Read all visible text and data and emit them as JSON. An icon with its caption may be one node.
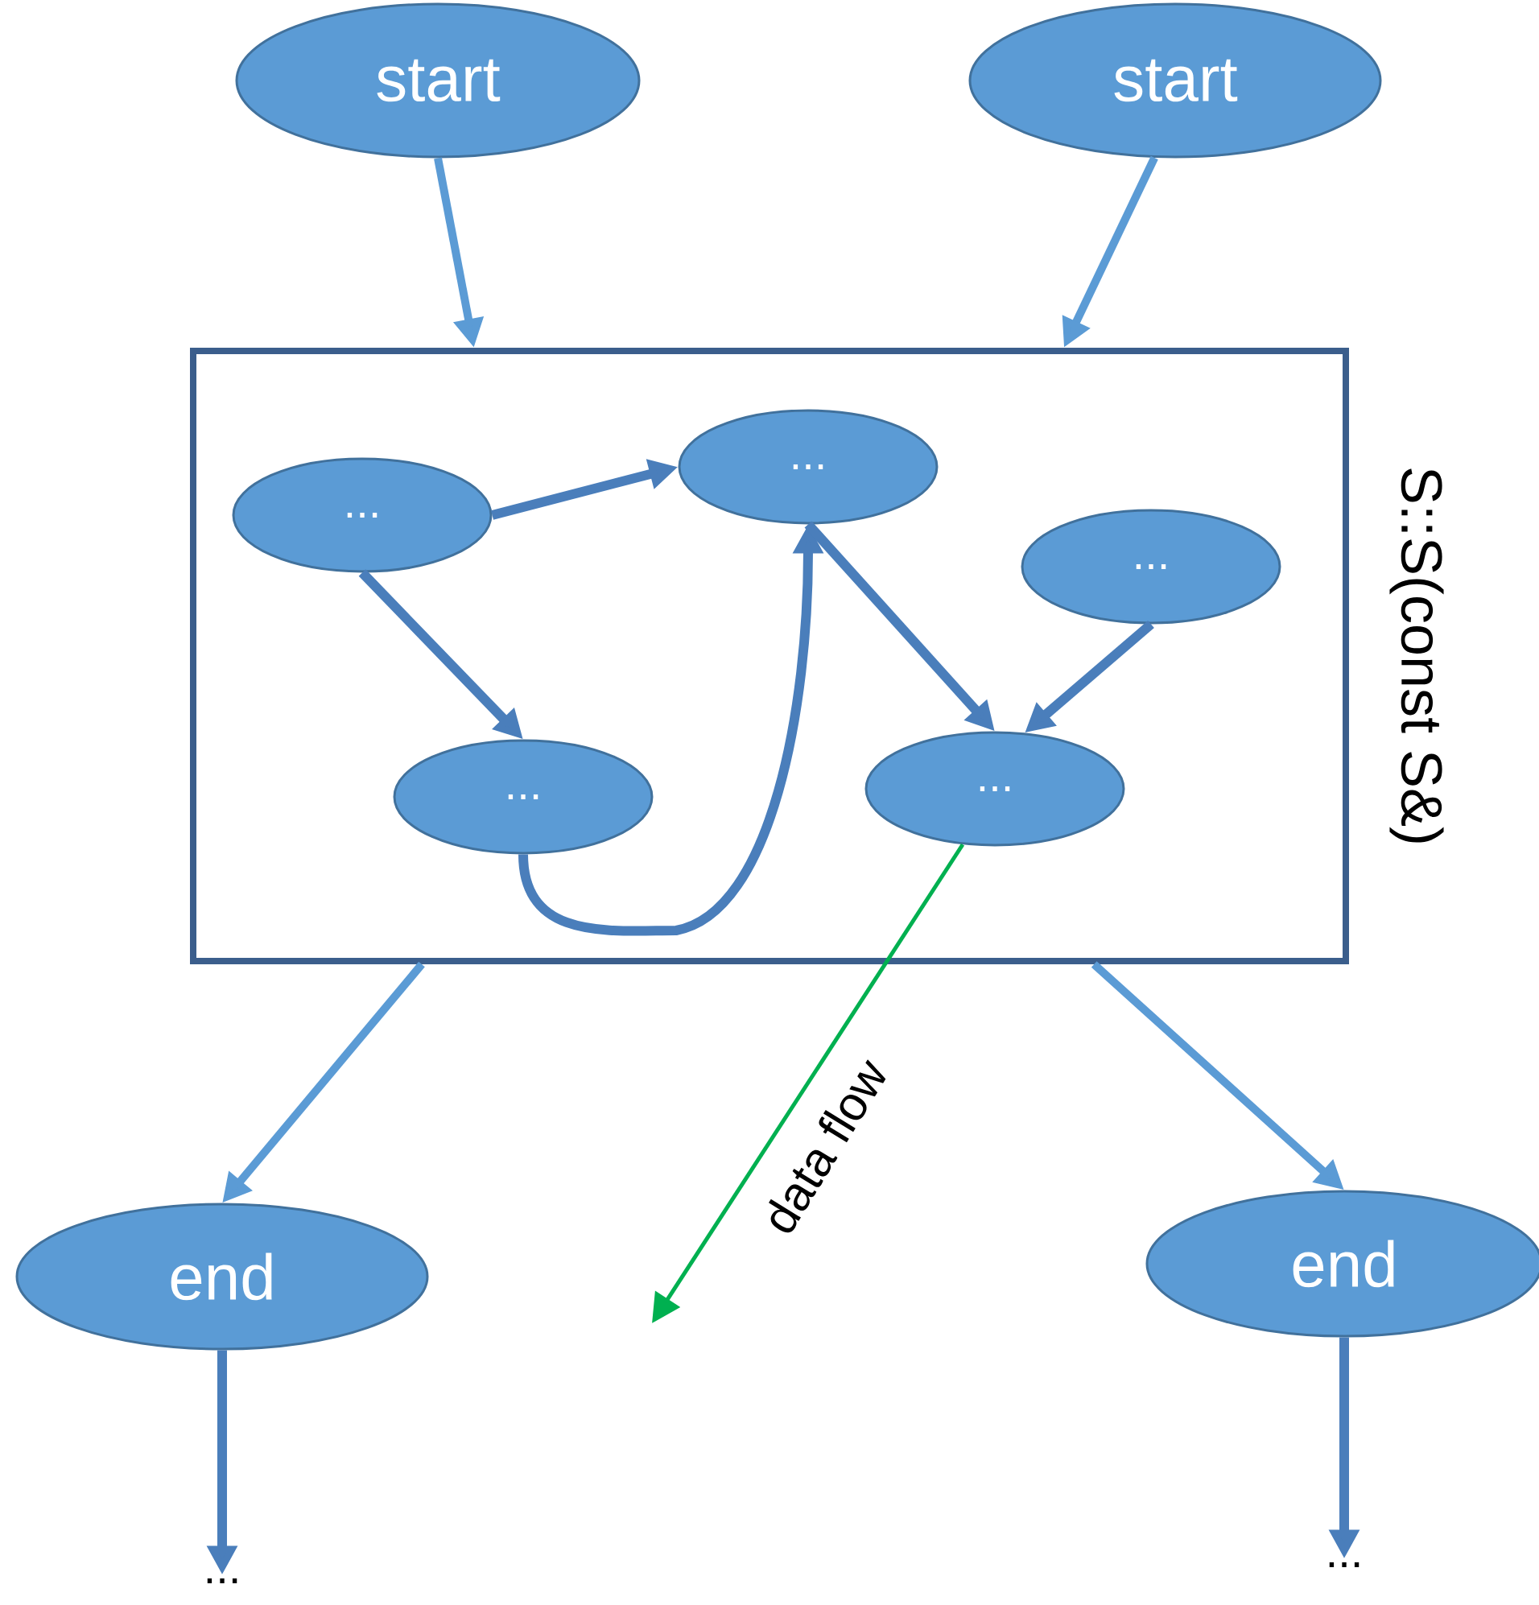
{
  "diagram": {
    "nodes": [
      {
        "text": [
          "start"
        ]
      },
      {
        "text": [
          "start"
        ]
      },
      {
        "text": [],
        "shape": "box",
        "beside": [
          "S::S(const S&)"
        ]
      },
      {
        "text": [
          "..."
        ],
        "in": 2
      },
      {
        "text": [
          "..."
        ],
        "in": 2
      },
      {
        "text": [
          "..."
        ],
        "in": 2
      },
      {
        "text": [
          "..."
        ],
        "in": 2
      },
      {
        "text": [
          "..."
        ],
        "in": 2
      },
      {
        "text": [
          "end"
        ]
      },
      {
        "text": [
          "end"
        ]
      },
      {
        "text": [
          "..."
        ]
      },
      {
        "text": [
          "..."
        ]
      }
    ],
    "edges": [
      {
        "from": 0,
        "to": 2,
        "arrow": "to",
        "color": "#5b9bd5"
      },
      {
        "from": 1,
        "to": 2,
        "arrow": "to",
        "color": "#5b9bd5"
      },
      {
        "from": 3,
        "to": 4,
        "arrow": "to"
      },
      {
        "from": 3,
        "to": 6,
        "arrow": "to"
      },
      {
        "from": 6,
        "to": 4,
        "arrow": "to"
      },
      {
        "from": 4,
        "to": 7,
        "arrow": "to"
      },
      {
        "from": 5,
        "to": 7,
        "arrow": "to"
      },
      {
        "from": 7,
        "to": null,
        "arrow": "to",
        "label": "data flow",
        "color": "#00b050"
      },
      {
        "from": 2,
        "to": 8,
        "arrow": "to",
        "color": "#5b9bd5"
      },
      {
        "from": 2,
        "to": 9,
        "arrow": "to",
        "color": "#5b9bd5"
      },
      {
        "from": 8,
        "to": 10,
        "arrow": "to"
      },
      {
        "from": 9,
        "to": 11,
        "arrow": "to"
      }
    ]
  }
}
